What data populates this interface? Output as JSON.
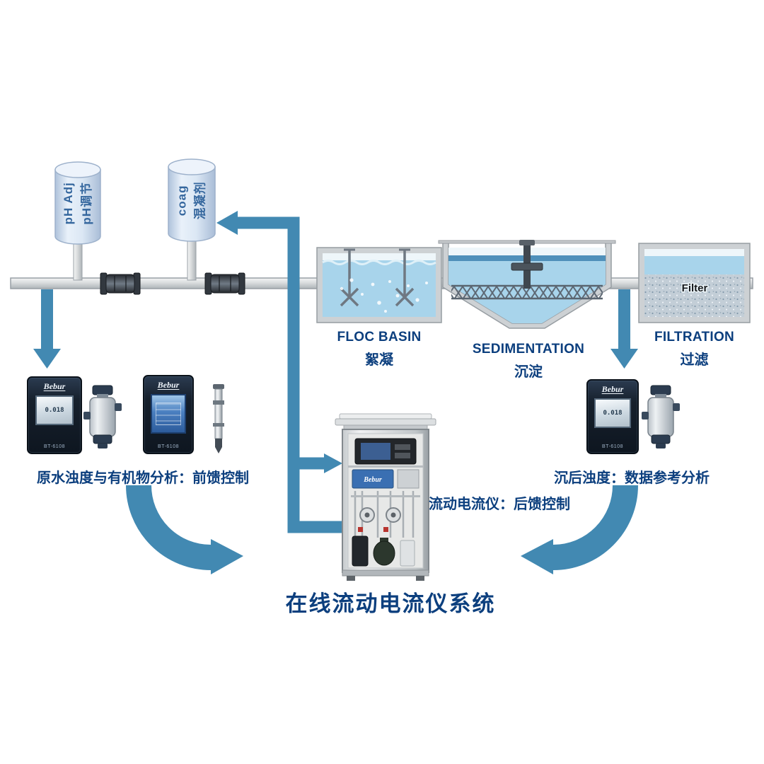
{
  "title": "在线流动电流仪系统",
  "tanks": {
    "ph": {
      "label_en": "pH Adj",
      "label_zh": "pH调节"
    },
    "coag": {
      "label_en": "coag",
      "label_zh": "混凝剂"
    }
  },
  "stages": {
    "floc": {
      "name_en": "FLOC BASIN",
      "name_zh": "絮凝"
    },
    "sedimentation": {
      "name_en": "SEDIMENTATION",
      "name_zh": "沉淀"
    },
    "filtration": {
      "name_en": "FILTRATION",
      "name_zh": "过滤",
      "media_label": "Filter"
    }
  },
  "annotations": {
    "feedforward": "原水浊度与有机物分析：前馈控制",
    "reference": "沉后浊度：数据参考分析",
    "feedback": "流动电流仪：后馈控制"
  },
  "devices": {
    "brand": "Bebur",
    "model": "BT-6108",
    "reading": "0.018"
  },
  "colors": {
    "arrow_blue": "#4289b2",
    "label_blue": "#0c3f7e",
    "water_blue": "#a8d4eb",
    "tank_blue": "#dbe7f4",
    "panel_navy": "#141d28"
  }
}
